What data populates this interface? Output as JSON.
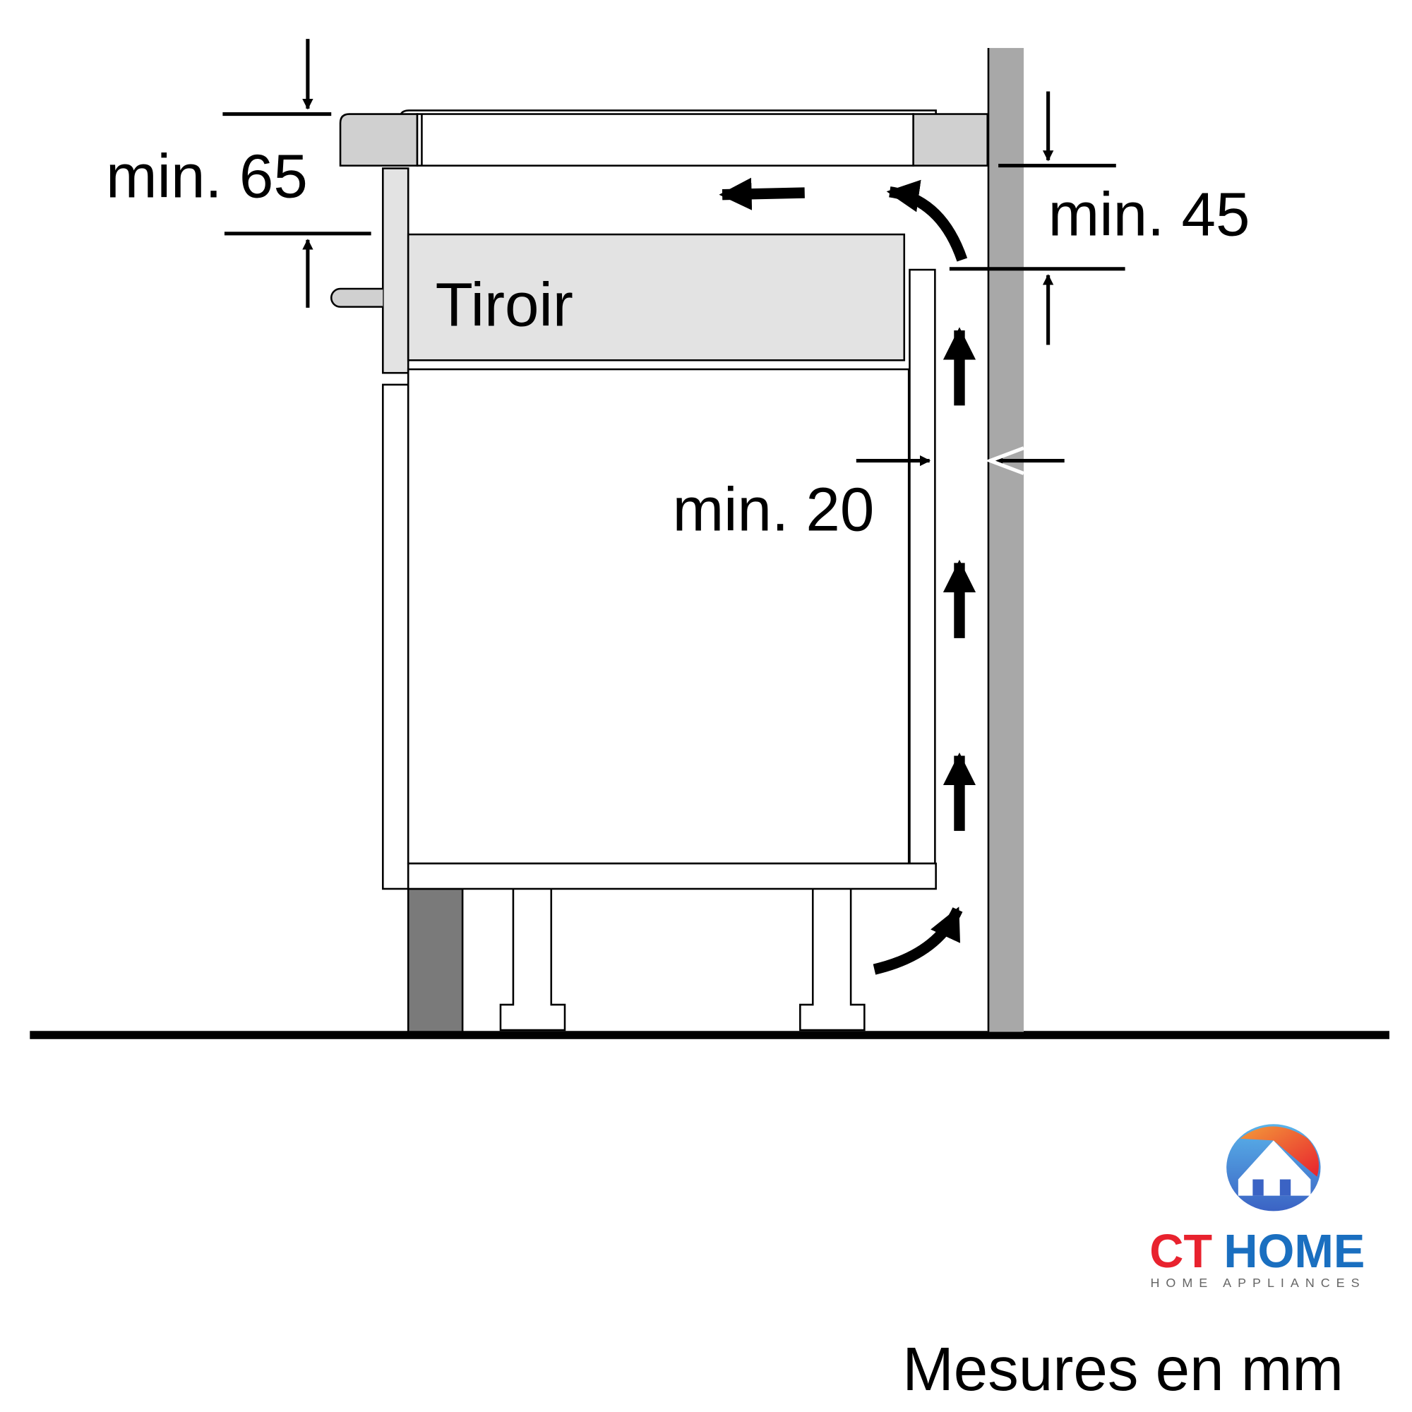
{
  "labels": {
    "top_clearance": "min. 65",
    "rear_top_clearance": "min. 45",
    "rear_gap": "min. 20",
    "drawer": "Tiroir",
    "units": "Mesures en mm"
  },
  "logo": {
    "brand_red": "CT",
    "brand_blue": "HOME",
    "tagline": "HOME APPLIANCES",
    "colors": {
      "red": "#e8222e",
      "blue": "#1a6fc0",
      "grey": "#666666"
    }
  },
  "colors": {
    "outline": "#000000",
    "light_fill": "#e3e3e3",
    "worktop_fill": "#d0d0d0",
    "wall": "#a8a8a8",
    "plinth": "#7a7a7a"
  },
  "icons": {
    "airflow": "arrow-icon",
    "dimension": "dimension-arrow-icon"
  }
}
